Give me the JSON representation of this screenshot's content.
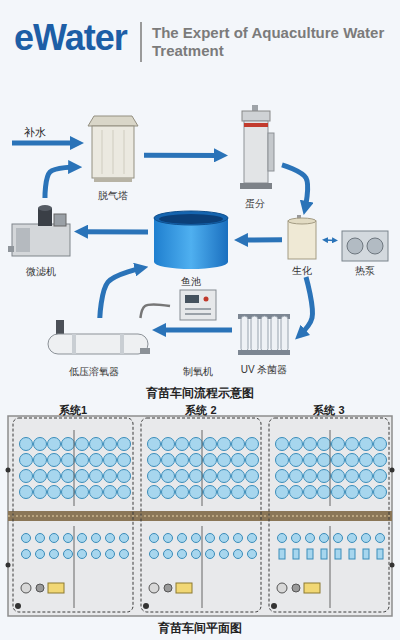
{
  "diagram": {
    "title": "eWater",
    "nodes": [
      {
        "text": [
          "脱气塔"
        ]
      },
      {
        "text": [
          "蛋分"
        ]
      },
      {
        "text": [
          "微滤机"
        ]
      },
      {
        "text": [
          "鱼池"
        ]
      },
      {
        "text": [
          "生化"
        ]
      },
      {
        "text": [
          "热泵"
        ]
      },
      {
        "text": [
          "制氧机"
        ]
      },
      {
        "text": [
          "低压溶氧器"
        ]
      },
      {
        "text": [
          "UV 杀菌器"
        ]
      },
      {
        "text": [
          "系统1"
        ]
      },
      {
        "text": [
          "系统 2"
        ]
      },
      {
        "text": [
          "系统 3"
        ]
      }
    ],
    "edges": [
      {
        "from": 0,
        "to": 1,
        "arrow": "to"
      },
      {
        "from": 1,
        "to": 4,
        "arrow": "to"
      },
      {
        "from": 4,
        "to": 3,
        "arrow": "to"
      },
      {
        "from": 4,
        "to": 8,
        "arrow": "to"
      },
      {
        "from": 8,
        "to": 7,
        "arrow": "to"
      },
      {
        "from": 7,
        "to": 3,
        "arrow": "to"
      },
      {
        "from": 3,
        "to": 2,
        "arrow": "to"
      },
      {
        "from": 2,
        "to": 0,
        "arrow": "to"
      },
      {
        "from": 5,
        "to": 4,
        "arrow": "both"
      },
      {
        "from": 6,
        "to": 7,
        "arrow": "none"
      }
    ],
    "labels": [
      "The Expert of Aquaculture Water Treatment",
      "补水",
      "育苗车间流程示意图",
      "育苗车间平面图"
    ]
  }
}
